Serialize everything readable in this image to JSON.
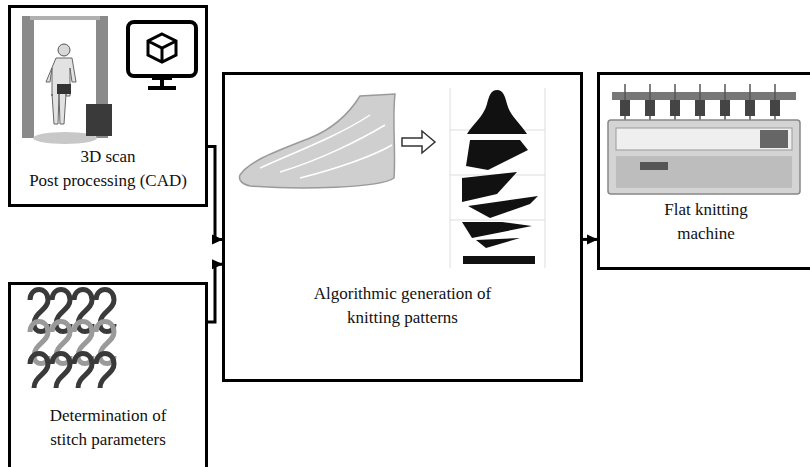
{
  "diagram": {
    "nodes": [
      {
        "text": [
          "3D scan",
          "Post processing (CAD)"
        ]
      },
      {
        "text": [
          "Determination of stitch parameters"
        ]
      },
      {
        "text": [
          "Algorithmic generation of knitting patterns"
        ]
      },
      {
        "text": [
          "Flat knitting machine"
        ]
      }
    ],
    "edges": [
      {
        "from": 0,
        "to": 2,
        "arrow": "to"
      },
      {
        "from": 1,
        "to": 2,
        "arrow": "to"
      },
      {
        "from": 2,
        "to": 3,
        "arrow": "to"
      }
    ]
  }
}
